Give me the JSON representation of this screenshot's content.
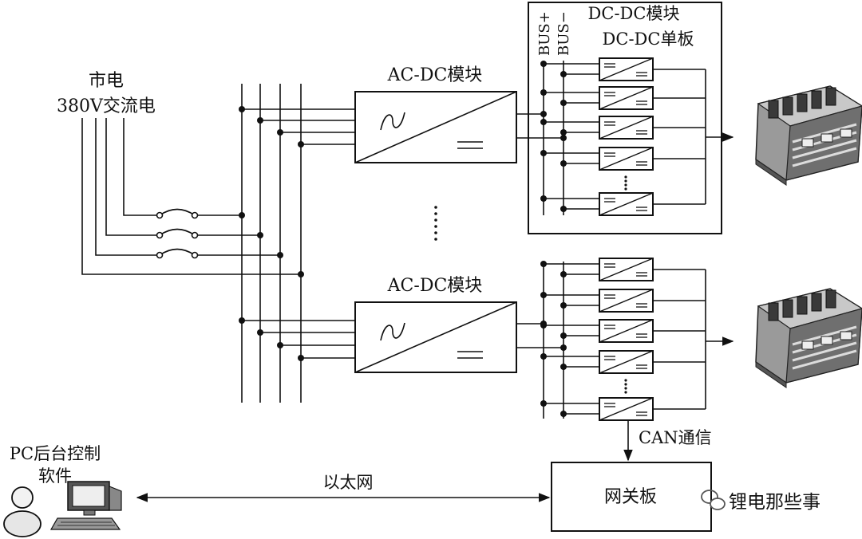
{
  "mains": {
    "line1": "市电",
    "line2": "380V交流电"
  },
  "acdc": {
    "top_label": "AC-DC模块",
    "bottom_label": "AC-DC模块"
  },
  "dcdc": {
    "module_label": "DC-DC模块",
    "board_label": "DC-DC单板"
  },
  "bus": {
    "plus": "BUS+",
    "minus": "BUS−"
  },
  "can_label": "CAN通信",
  "pc": {
    "line1": "PC后台控制",
    "line2": "软件"
  },
  "ethernet_label": "以太网",
  "gateway_label": "网关板",
  "watermark": "锂电那些事"
}
